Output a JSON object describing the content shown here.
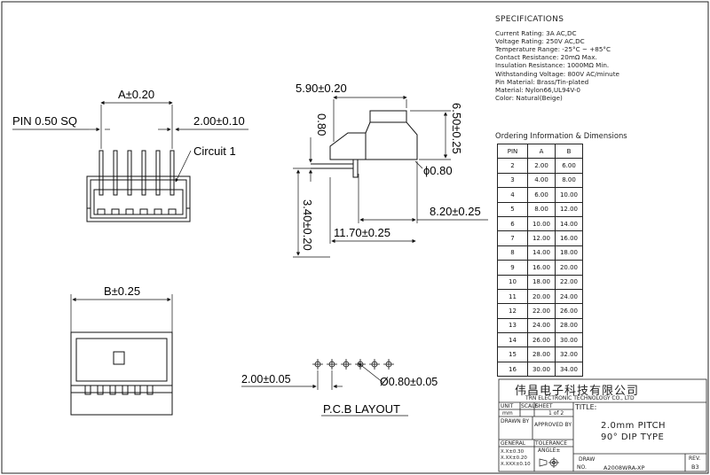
{
  "front_view": {
    "dim_a": "A±0.20",
    "pin_label": "PIN 0.50 SQ",
    "pitch_dim": "2.00±0.10",
    "circuit_label": "Circuit 1"
  },
  "side_view": {
    "top_width": "5.90±0.20",
    "height_dim": "6.50±0.25",
    "thick_dim": "0.80",
    "hole_dia": "ϕ0.80",
    "pin_len": "3.40±0.20",
    "dim_820": "8.20±0.25",
    "dim_1170": "11.70±0.25"
  },
  "bottom_view": {
    "dim_b": "B±0.25"
  },
  "pcb_layout": {
    "pitch": "2.00±0.05",
    "hole": "Ø0.80±0.05",
    "title": "P.C.B LAYOUT"
  },
  "specifications": {
    "heading": "SPECIFICATIONS",
    "lines": [
      "Current Rating:  3A  AC,DC",
      "Voltage Rating:  250V  AC,DC",
      "Temperature Range:  -25°C ~ +85°C",
      "Contact Resistance:  20mΩ Max.",
      "Insulation Resistance:  1000MΩ Min.",
      "Withstanding Voltage:  800V AC/minute",
      "Pin Material:  Brass/Tin-plated",
      "Material:  Nylon66,UL94V-0",
      "Color:  Natural(Beige)"
    ]
  },
  "ordering": {
    "title": "Ordering  Information  &  Dimensions",
    "headers": [
      "PIN",
      "A",
      "B"
    ],
    "rows": [
      [
        "2",
        "2.00",
        "6.00"
      ],
      [
        "3",
        "4.00",
        "8.00"
      ],
      [
        "4",
        "6.00",
        "10.00"
      ],
      [
        "5",
        "8.00",
        "12.00"
      ],
      [
        "6",
        "10.00",
        "14.00"
      ],
      [
        "7",
        "12.00",
        "16.00"
      ],
      [
        "8",
        "14.00",
        "18.00"
      ],
      [
        "9",
        "16.00",
        "20.00"
      ],
      [
        "10",
        "18.00",
        "22.00"
      ],
      [
        "11",
        "20.00",
        "24.00"
      ],
      [
        "12",
        "22.00",
        "26.00"
      ],
      [
        "13",
        "24.00",
        "28.00"
      ],
      [
        "14",
        "26.00",
        "30.00"
      ],
      [
        "15",
        "28.00",
        "32.00"
      ],
      [
        "16",
        "30.00",
        "34.00"
      ]
    ]
  },
  "title_block": {
    "company_cn": "伟昌电子科技有限公司",
    "company_en": "TRN  ELECTRONIC  TECHNOLOGY  CO., LTD",
    "unit": "UNIT",
    "unit_val": "mm",
    "scale": "SCALE",
    "sheet": "SHEET",
    "sheet_val": "1  of  2",
    "title_label": "TITLE:",
    "title_line1": "2.0mm  PITCH",
    "title_line2": "90°  DIP  TYPE",
    "drawn_by": "DRAWN  BY",
    "approved_by": "APPROVED  BY",
    "general": "GENERAL",
    "tolerance": "TOLERANCE",
    "tol1": "X.X±0.30",
    "tol2": "X.XX±0.20",
    "tol3": "X.XXX±0.10",
    "angle": "ANGLE±",
    "draw": "DRAW",
    "no_label": "NO.",
    "draw_no": "A2008WRA-XP",
    "rev": "REV.",
    "rev_val": "B3"
  }
}
